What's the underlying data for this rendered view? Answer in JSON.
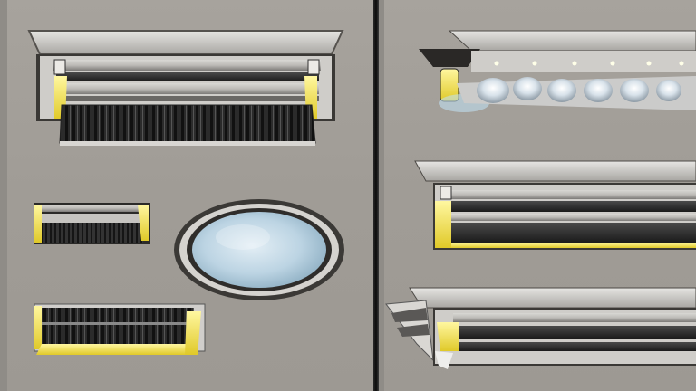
{
  "scene": {
    "panels": [
      "left-vent-board",
      "right-vent-board"
    ],
    "colors": {
      "wall": "#a19d97",
      "metal": "#c8c6c2",
      "dark_metal": "#2c2c2c",
      "accent_yellow": "#f3e24a",
      "lens_blue": "#bcd4e3",
      "led_glow": "#d9e8f5"
    },
    "items": [
      "large-ceiling-vent",
      "small-vent-top",
      "small-vent-bottom",
      "round-mirror-vent",
      "led-light-bar",
      "wall-vent-mid",
      "corner-vent-bottom"
    ]
  }
}
